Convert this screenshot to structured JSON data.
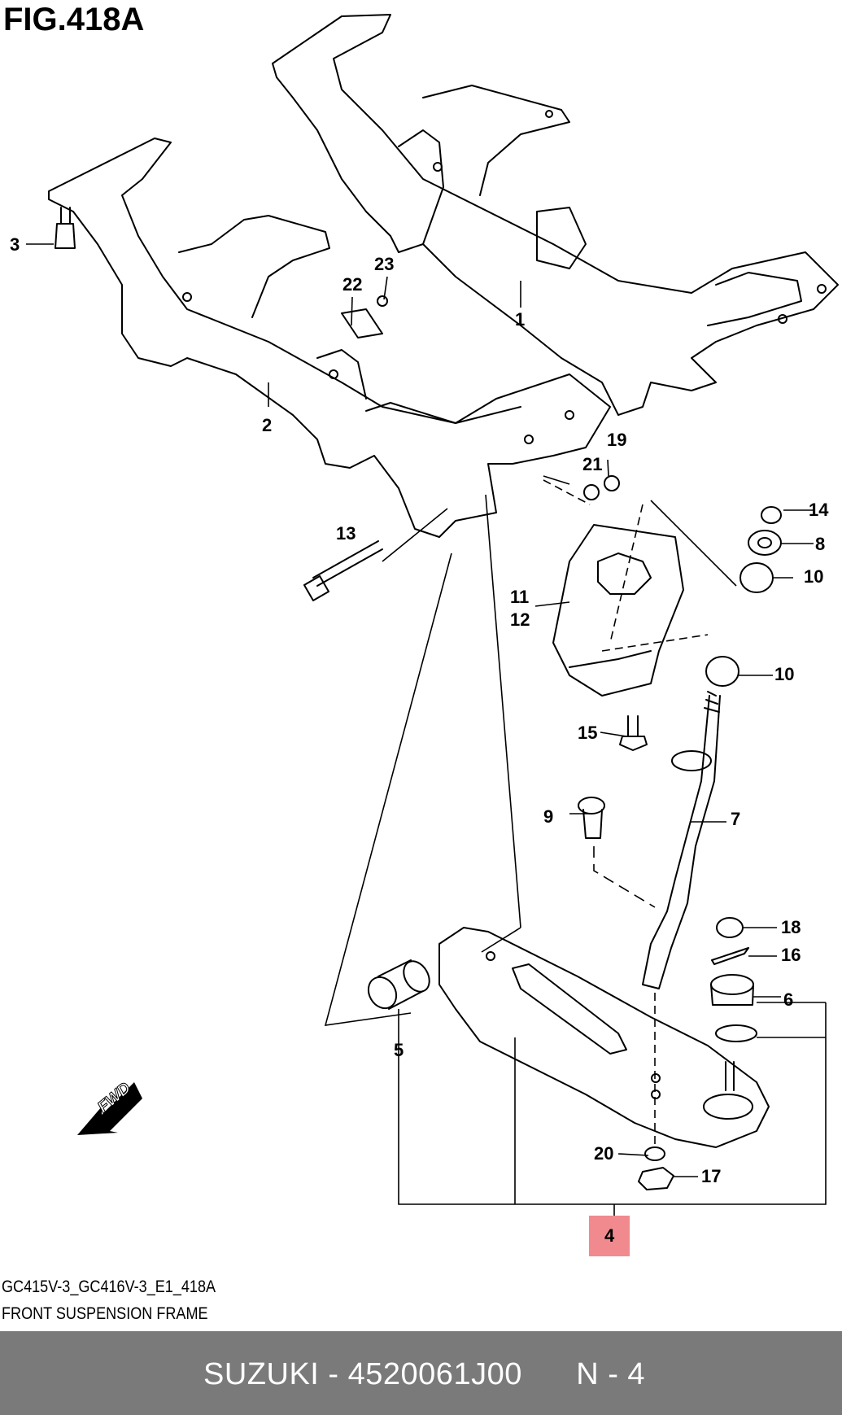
{
  "figure": {
    "title": "FIG.418A"
  },
  "caption": {
    "code": "GC415V-3_GC416V-3_E1_418A",
    "name": "FRONT SUSPENSION FRAME"
  },
  "footer": {
    "brand": "SUZUKI",
    "separator": " - ",
    "part_number": "4520061J00",
    "page_ref": "N - 4"
  },
  "direction_badge": {
    "label": "FWD"
  },
  "highlight": {
    "part": "4",
    "color": "#f08a8f"
  },
  "callouts": [
    "1",
    "2",
    "3",
    "4",
    "5",
    "6",
    "7",
    "8",
    "9",
    "10",
    "10",
    "11",
    "12",
    "13",
    "14",
    "15",
    "16",
    "17",
    "18",
    "19",
    "20",
    "21",
    "22",
    "23"
  ]
}
